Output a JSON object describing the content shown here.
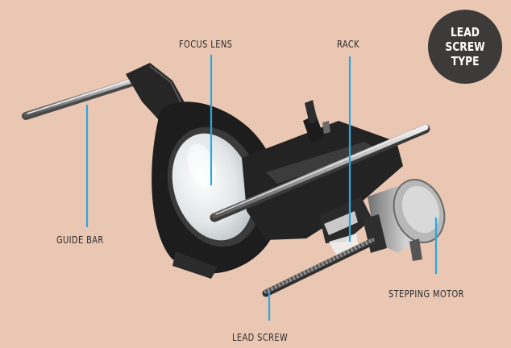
{
  "badge": {
    "lines": [
      "LEAD",
      "SCREW",
      "TYPE"
    ]
  },
  "labels": {
    "focus_lens": "FOCUS LENS",
    "rack": "RACK",
    "guide_bar": "GUIDE BAR",
    "stepping_motor": "STEPPING MOTOR",
    "lead_screw": "LEAD SCREW"
  },
  "colors": {
    "background": "#EAC7B3",
    "leader_line": "#29A9E0",
    "badge": "#3D3A3A",
    "label_text": "#2A2A2A"
  }
}
